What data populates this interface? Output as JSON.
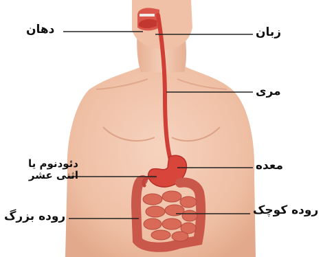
{
  "labels": {
    "mouth": "دهان",
    "tongue": "زبان",
    "esophagus": "مری",
    "stomach": "معده",
    "duodenum_line1": "دئودنوم یا",
    "duodenum_line2": "اثنی عشر",
    "large_intestine": "روده بزرگ",
    "small_intestine": "روده کوچک"
  },
  "colors": {
    "skin": "#f2c7ae",
    "skin_shade": "#e3ab8f",
    "organ": "#d8453a",
    "organ_dark": "#b52f28",
    "intestine": "#d96a58",
    "leader_line": "#222222"
  }
}
